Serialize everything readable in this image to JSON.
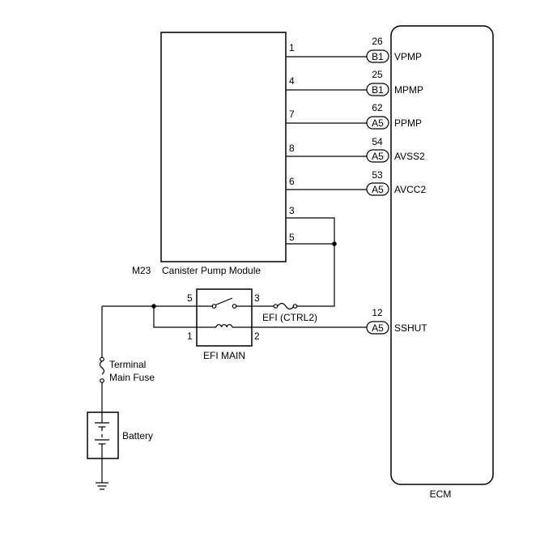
{
  "module": {
    "id": "M23",
    "name": "Canister Pump Module",
    "pins": [
      {
        "pin": "1",
        "ecm_pin": "26",
        "connector": "B1",
        "signal": "VPMP"
      },
      {
        "pin": "4",
        "ecm_pin": "25",
        "connector": "B1",
        "signal": "MPMP"
      },
      {
        "pin": "7",
        "ecm_pin": "62",
        "connector": "A5",
        "signal": "PPMP"
      },
      {
        "pin": "8",
        "ecm_pin": "54",
        "connector": "A5",
        "signal": "AVSS2"
      },
      {
        "pin": "6",
        "ecm_pin": "53",
        "connector": "A5",
        "signal": "AVCC2"
      }
    ],
    "power_pins": [
      "3",
      "5"
    ]
  },
  "ecm": {
    "label": "ECM",
    "sshut": {
      "ecm_pin": "12",
      "connector": "A5",
      "signal": "SSHUT"
    }
  },
  "relay": {
    "label": "EFI MAIN",
    "pin_in": "5",
    "pin_out": "3",
    "coil_in": "1",
    "coil_out": "2"
  },
  "fuse": {
    "label": "EFI (CTRL2)"
  },
  "main_fuse": {
    "line1": "Terminal",
    "line2": "Main Fuse"
  },
  "battery": {
    "label": "Battery"
  }
}
